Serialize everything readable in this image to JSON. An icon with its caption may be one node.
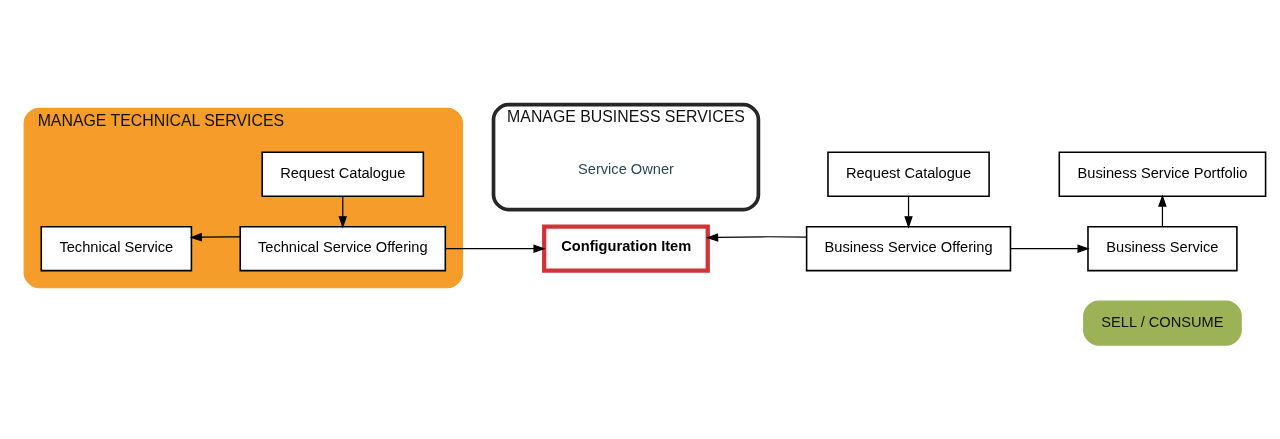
{
  "diagram": {
    "nodes": [
      {
        "text": [
          "MANAGE TECHNICAL SERVICES"
        ]
      },
      {
        "text": [
          "Request Catalogue"
        ],
        "in": 0
      },
      {
        "text": [
          "Technical Service"
        ],
        "in": 0
      },
      {
        "text": [
          "Technical Service Offering"
        ],
        "in": 0
      },
      {
        "text": [
          "MANAGE BUSINESS SERVICES"
        ]
      },
      {
        "text": [
          "Service Owner"
        ],
        "in": 4
      },
      {
        "text": [
          "Configuration Item"
        ]
      },
      {
        "text": [
          "SELL / CONSUME"
        ]
      },
      {
        "text": [
          "Request Catalogue"
        ]
      },
      {
        "text": [
          "Business Service Portfolio"
        ]
      },
      {
        "text": [
          "Business Service Offering"
        ]
      },
      {
        "text": [
          "Business Service"
        ]
      }
    ],
    "edges": [
      {
        "from": 1,
        "to": 3,
        "arrow": "to"
      },
      {
        "from": 3,
        "to": 2,
        "arrow": "to"
      },
      {
        "from": 3,
        "to": 6,
        "arrow": "to"
      },
      {
        "from": 10,
        "to": 6,
        "arrow": "to"
      },
      {
        "from": 8,
        "to": 10,
        "arrow": "to"
      },
      {
        "from": 10,
        "to": 11,
        "arrow": "to"
      },
      {
        "from": 11,
        "to": 9,
        "arrow": "to"
      }
    ]
  }
}
